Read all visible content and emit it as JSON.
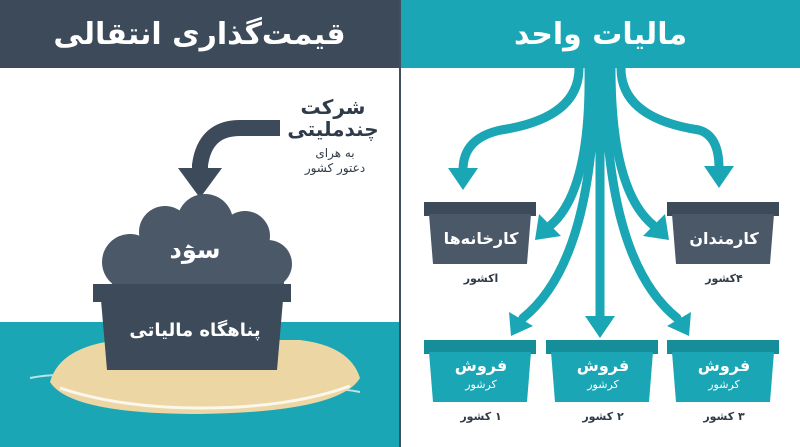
{
  "left_panel": {
    "title": "قیمت‌گذاری انتقالی",
    "company_label": "شرکت\nچندملیتی",
    "company_sub": "به هرای\nدعتور کشور",
    "profit_label": "سود",
    "haven_label": "پناهگاه مالیاتی"
  },
  "right_panel": {
    "title": "مالیات واحد",
    "employees": {
      "title": "کارمندان",
      "count": "۴کشور"
    },
    "factories": {
      "title": "کارخانه‌ها",
      "count": "اکشور"
    },
    "sales": [
      {
        "title": "فروش",
        "sub": "کرشور",
        "count": "۳ کشور"
      },
      {
        "title": "فروش",
        "sub": "کرشور",
        "count": "۲ کشور"
      },
      {
        "title": "فروش",
        "sub": "کرشور",
        "count": "۱ کشور"
      }
    ]
  },
  "colors": {
    "dark": "#3c4a59",
    "teal": "#1aa6b4",
    "sand": "#ecd6a3"
  }
}
